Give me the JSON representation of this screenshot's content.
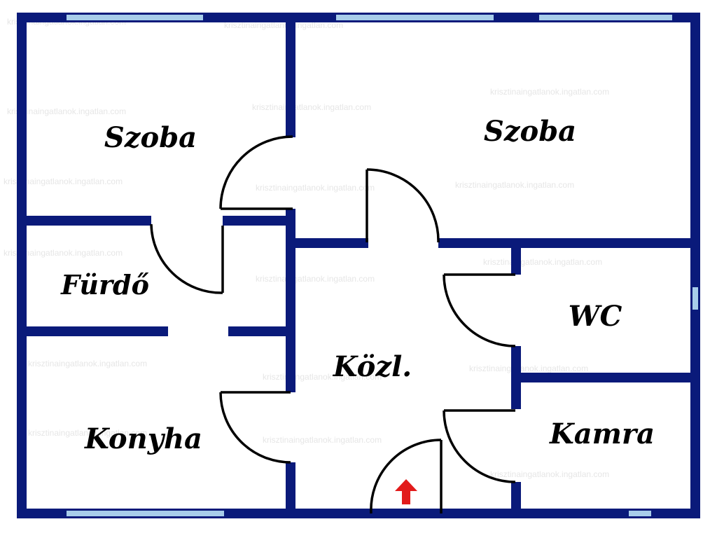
{
  "rooms": {
    "szoba_1": "Szoba",
    "szoba_2": "Szoba",
    "furdo": "Fürdő",
    "konyha": "Konyha",
    "kozl": "Közl.",
    "wc": "WC",
    "kamra": "Kamra"
  },
  "watermark": "krisztinaingatlanok.ingatlan.com",
  "colors": {
    "wall": "#0a1a7a",
    "window": "#a8cdea",
    "door_arc": "#000000",
    "entrance_arrow": "#e21b1b",
    "background": "#ffffff"
  },
  "icons": {
    "entrance": "entrance-arrow-icon"
  }
}
